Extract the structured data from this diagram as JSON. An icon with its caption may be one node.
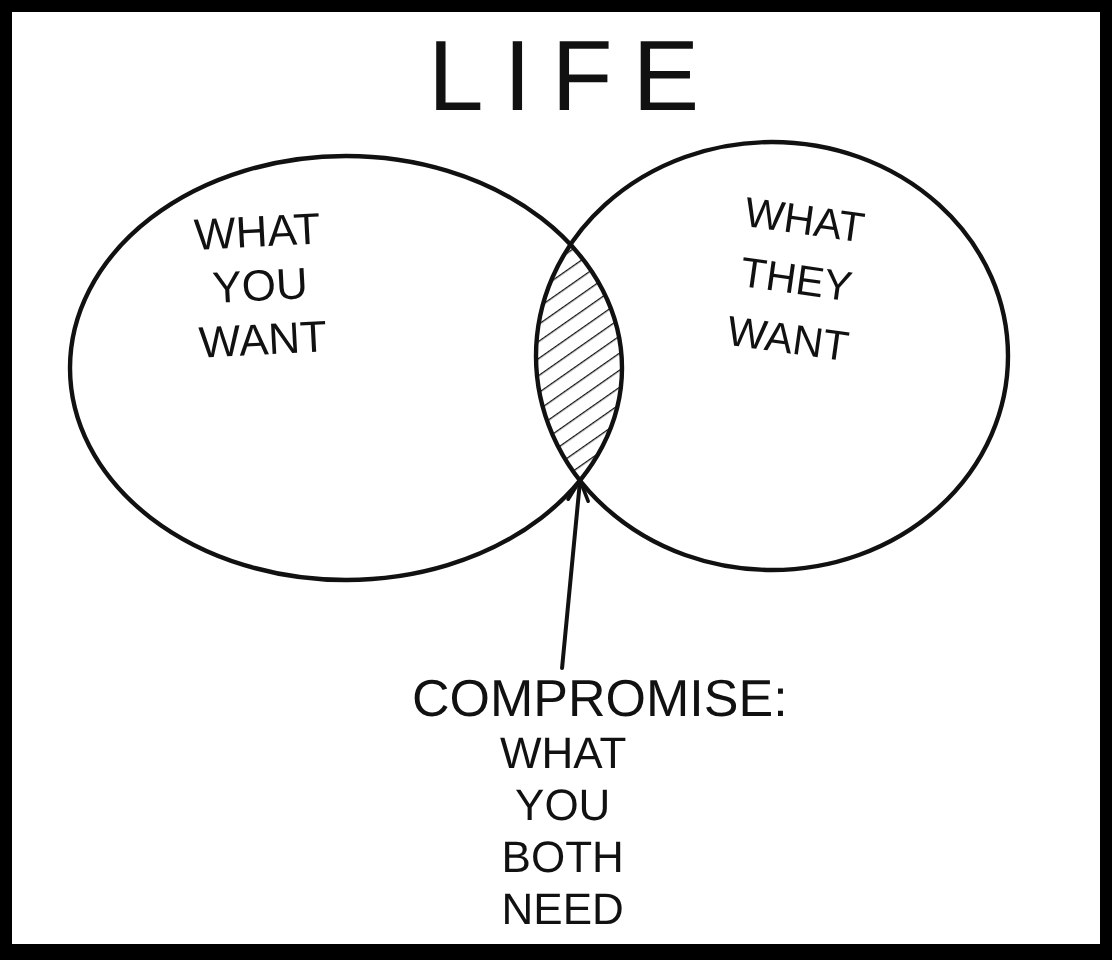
{
  "diagram": {
    "title": "LIFE",
    "nodes": [
      {
        "text": [
          "WHAT YOU WANT"
        ]
      },
      {
        "text": [
          "WHAT THEY WANT"
        ]
      },
      {
        "text": [],
        "shape": "lens"
      },
      {
        "text": [
          "COMPROMISE:",
          "WHAT YOU BOTH NEED"
        ]
      }
    ],
    "edges": [
      {
        "from": 3,
        "to": 2,
        "arrow": "to"
      }
    ]
  }
}
